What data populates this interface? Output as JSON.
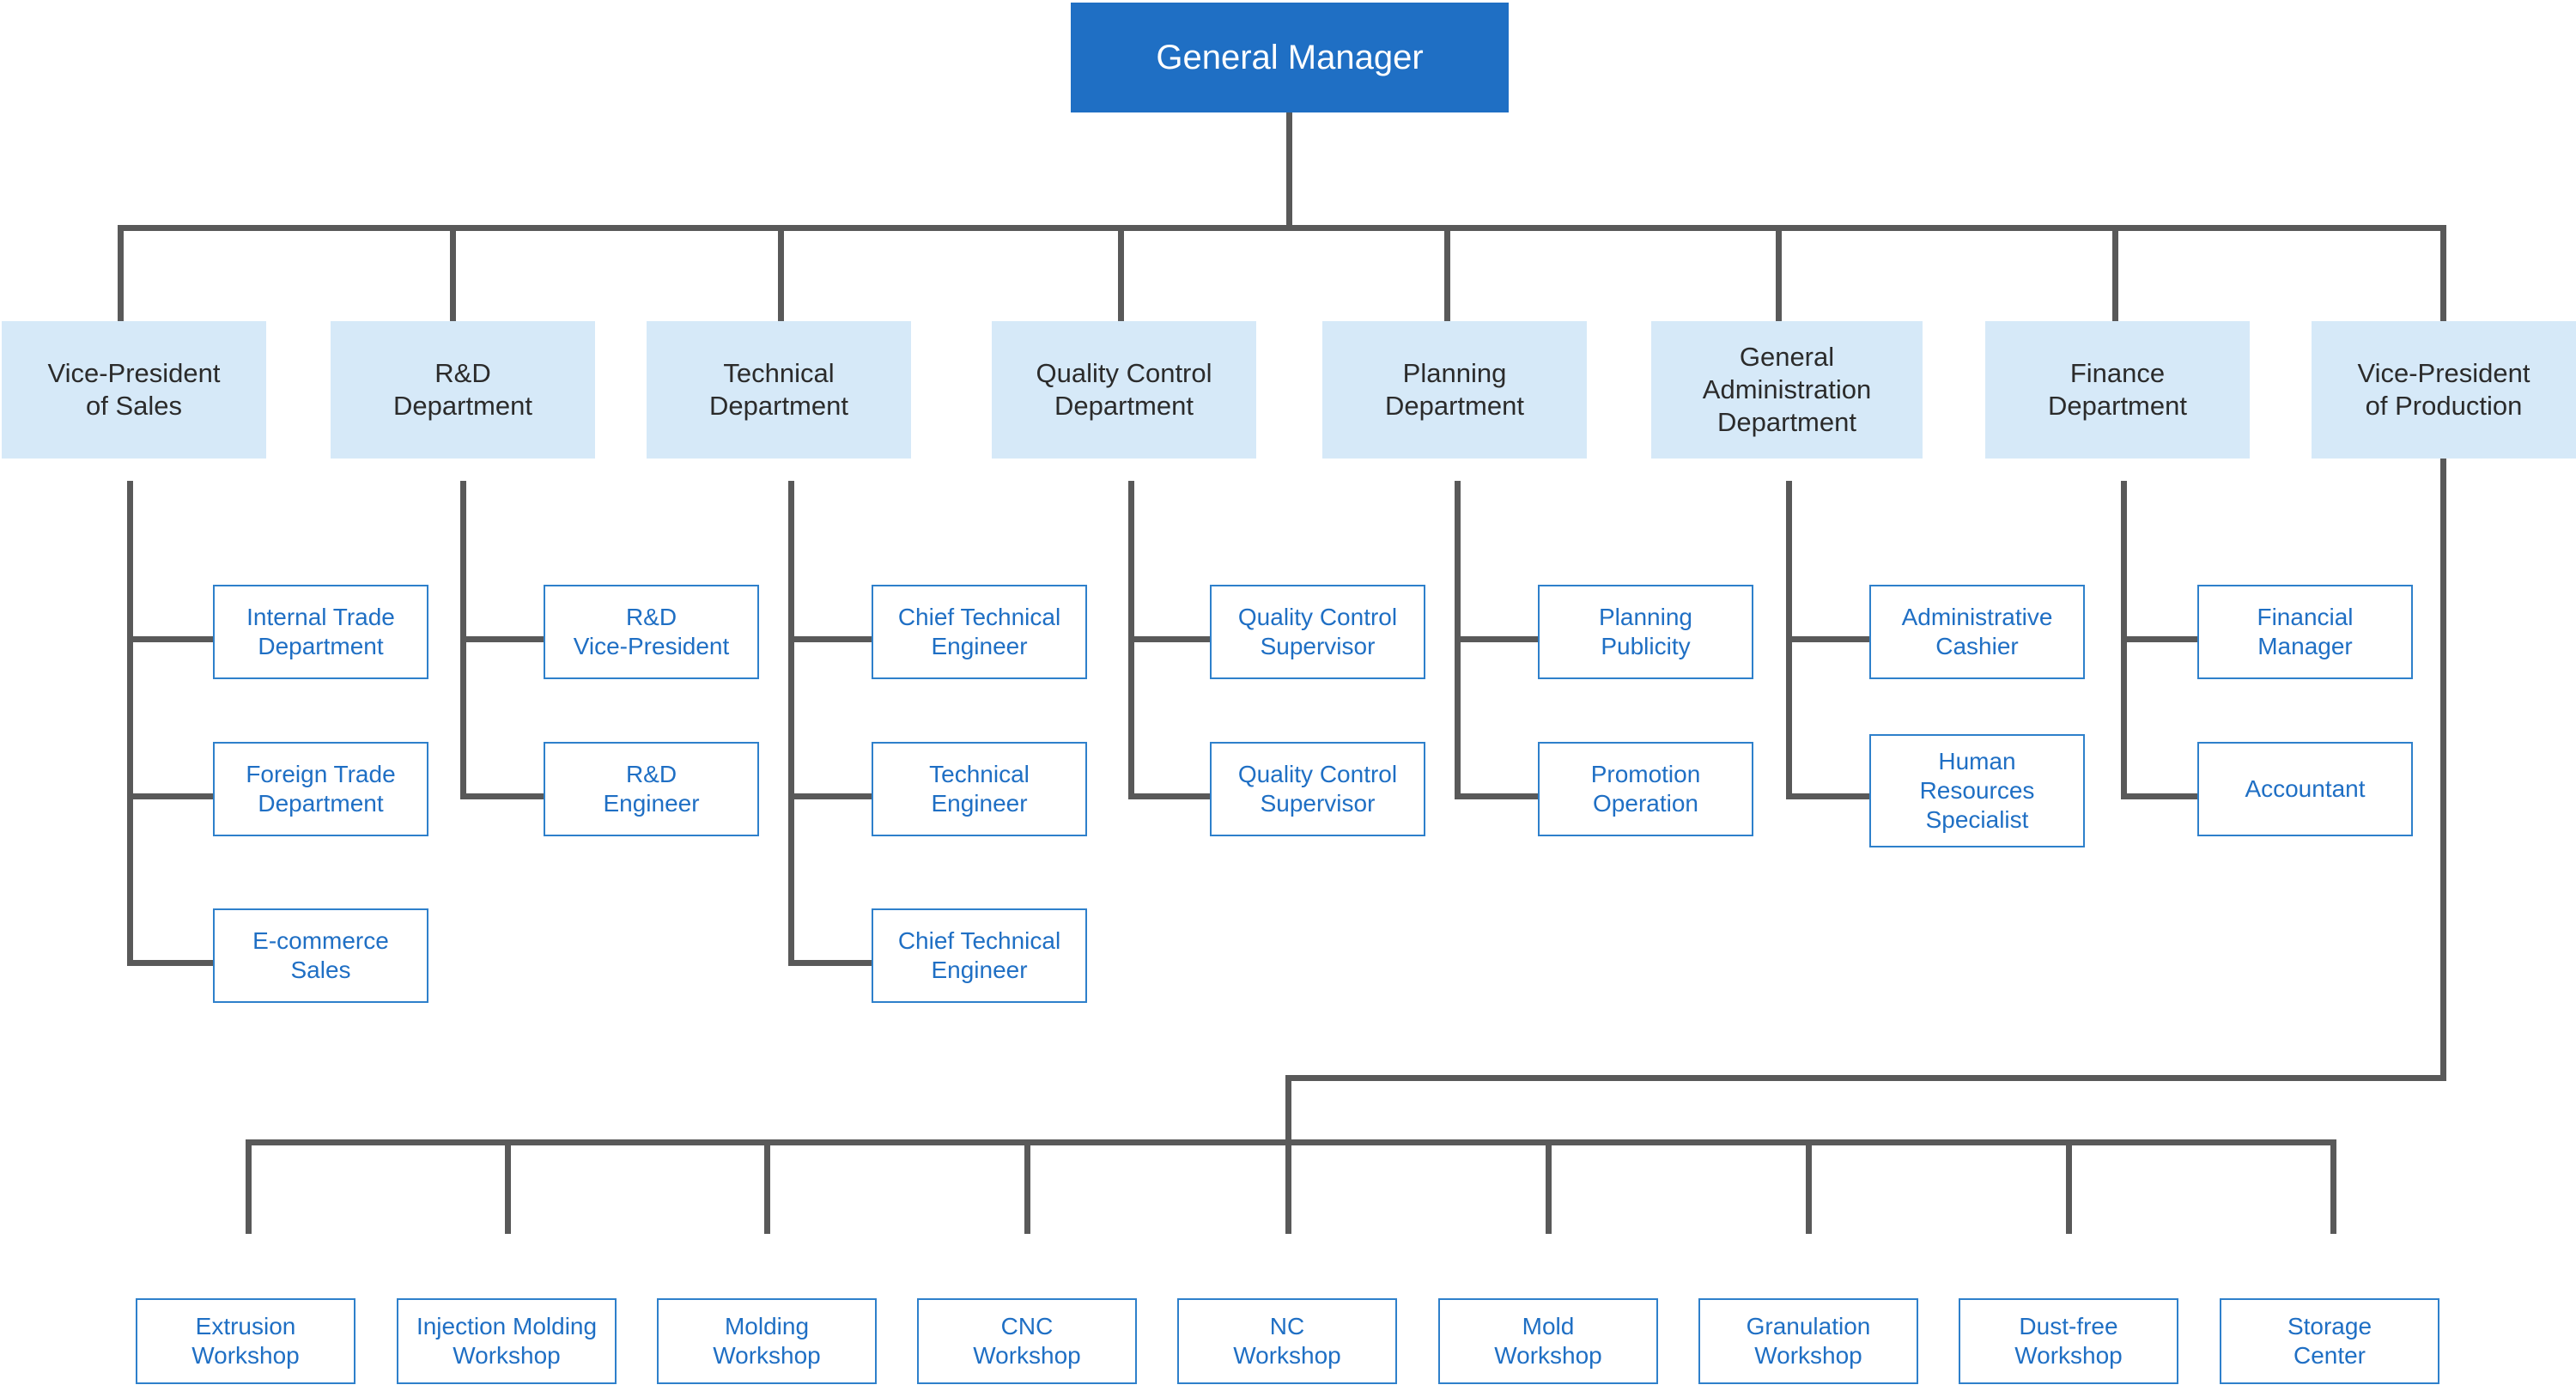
{
  "chart_data": {
    "type": "diagram",
    "title": "General Manager Organization Chart",
    "orientation": "top-down",
    "levels": 4,
    "colors": {
      "root_fill": "#1F6FC4",
      "root_text": "#FFFFFF",
      "department_fill": "#D6E9F8",
      "department_text": "#2B2B2B",
      "leaf_fill": "#FFFFFF",
      "leaf_border": "#2E80CB",
      "leaf_text": "#1F6FC4",
      "connector": "#595959"
    }
  },
  "root": {
    "label": "General Manager"
  },
  "departments": [
    {
      "id": "vp-sales",
      "label": "Vice-President\nof Sales"
    },
    {
      "id": "rnd",
      "label": "R&D\nDepartment"
    },
    {
      "id": "technical",
      "label": "Technical\nDepartment"
    },
    {
      "id": "quality-control",
      "label": "Quality Control\nDepartment"
    },
    {
      "id": "planning",
      "label": "Planning\nDepartment"
    },
    {
      "id": "general-admin",
      "label": "General\nAdministration\nDepartment"
    },
    {
      "id": "finance",
      "label": "Finance\nDepartment"
    },
    {
      "id": "vp-production",
      "label": "Vice-President\nof Production"
    }
  ],
  "subordinates": {
    "vp_sales": [
      {
        "label": "Internal Trade\nDepartment"
      },
      {
        "label": "Foreign Trade\nDepartment"
      },
      {
        "label": "E-commerce\nSales"
      }
    ],
    "rnd": [
      {
        "label": "R&D\nVice-President"
      },
      {
        "label": "R&D\nEngineer"
      }
    ],
    "technical": [
      {
        "label": "Chief Technical\nEngineer"
      },
      {
        "label": "Technical\nEngineer"
      },
      {
        "label": "Chief Technical\nEngineer"
      }
    ],
    "quality_control": [
      {
        "label": "Quality Control\nSupervisor"
      },
      {
        "label": "Quality Control\nSupervisor"
      }
    ],
    "planning": [
      {
        "label": "Planning\nPublicity"
      },
      {
        "label": "Promotion\nOperation"
      }
    ],
    "general_admin": [
      {
        "label": "Administrative\nCashier"
      },
      {
        "label": "Human\nResources\nSpecialist"
      }
    ],
    "finance": [
      {
        "label": "Financial\nManager"
      },
      {
        "label": "Accountant"
      }
    ]
  },
  "workshops": [
    {
      "label": "Extrusion\nWorkshop"
    },
    {
      "label": "Injection Molding\nWorkshop"
    },
    {
      "label": "Molding\nWorkshop"
    },
    {
      "label": "CNC\nWorkshop"
    },
    {
      "label": "NC\nWorkshop"
    },
    {
      "label": "Mold\nWorkshop"
    },
    {
      "label": "Granulation\nWorkshop"
    },
    {
      "label": "Dust-free\nWorkshop"
    },
    {
      "label": "Storage\nCenter"
    }
  ]
}
